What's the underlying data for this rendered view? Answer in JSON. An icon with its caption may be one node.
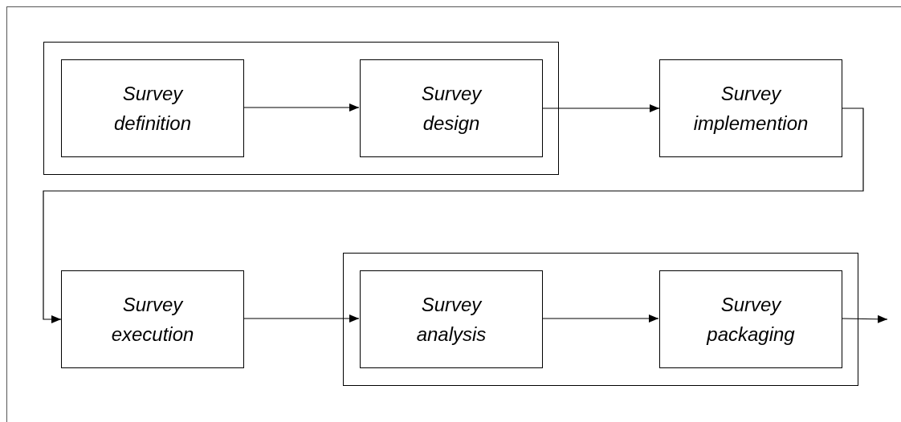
{
  "diagram": {
    "nodes": [
      {
        "text": [],
        "shape": "box"
      },
      {
        "text": [
          "Survey definition"
        ],
        "in": 0
      },
      {
        "text": [
          "Survey design"
        ],
        "in": 0
      },
      {
        "text": [
          "Survey implemention"
        ]
      },
      {
        "text": [],
        "shape": "box"
      },
      {
        "text": [
          "Survey execution"
        ]
      },
      {
        "text": [
          "Survey analysis"
        ],
        "in": 4
      },
      {
        "text": [
          "Survey packaging"
        ],
        "in": 4
      }
    ],
    "edges": [
      {
        "from": 1,
        "to": 2,
        "arrow": "to"
      },
      {
        "from": 2,
        "to": 3,
        "arrow": "to"
      },
      {
        "from": 3,
        "to": 5,
        "arrow": "to"
      },
      {
        "from": 5,
        "to": 6,
        "arrow": "to"
      },
      {
        "from": 6,
        "to": 7,
        "arrow": "to"
      },
      {
        "from": 7,
        "to": null,
        "arrow": "to"
      }
    ]
  }
}
